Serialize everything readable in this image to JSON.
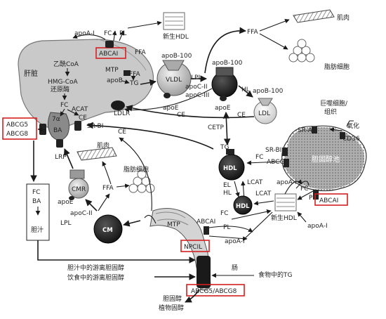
{
  "labels": {
    "apoA1_top": "apoA-I",
    "fc_top": "FC",
    "pl_top": "PL",
    "abca1_liver": "ABCAI",
    "new_hdl_top": "新生HDL",
    "ffa_top": "FFA",
    "muscle_top": "肌肉",
    "adipocyte_top": "脂肪细胞",
    "liver": "肝脏",
    "acetyl_coa": "乙酰CoA",
    "hmg_coa": "HMG-CoA",
    "reductase": "还原酶",
    "fc_liver": "FC",
    "acat_liver": "ACAT",
    "ce_liver": "CE",
    "alpha7": "7α",
    "ba_liver": "BA",
    "abcg58_left": "ABCG5\nABCG8",
    "lrp": "LRP",
    "mtp": "MTP",
    "apob_liver": "apoB",
    "ffa_liver": "FFA",
    "tg_liver": "TG",
    "apob100_a": "apoB-100",
    "vldl": "VLDL",
    "lpl_vldl": "LPL",
    "apoc2_v": "apoC-II",
    "apoc3_v": "apoC-III",
    "apoe_v": "apoE",
    "ce_v": "CE",
    "apob100_b": "apoB-100",
    "apoe_idl": "apoE",
    "hl_top": "HL",
    "apob100_c": "apoB-100",
    "ldl": "LDL",
    "ce_mid": "CE",
    "ldlr": "LDLR",
    "srb1_liver": "SR-BI",
    "ce_liver2": "CE",
    "cetp": "CETP",
    "macrophage": "巨噬细胞/\n组织",
    "oxidation": "氧化",
    "sra": "SR-A",
    "cd36": "CD36",
    "chol_pool": "胆固醇池",
    "srb1_mac": "SR-BI",
    "fc_mac": "FC",
    "abcg1": "ABCGI",
    "tg_hdl": "TG",
    "hdl_large": "HDL",
    "el": "EL",
    "hl_mid": "HL",
    "lcat_a": "LCAT",
    "hdl_small": "HDL",
    "lcat_b": "LCAT",
    "apoa1_mac": "apoA-I",
    "fc_mac2": "FC",
    "pl_mac": "PL",
    "abca1_mac": "ABCAI",
    "new_hdl_mac": "新生HDL",
    "apoa1_mac2": "apoA-I",
    "muscle_mid": "肌肉",
    "cmr": "CMR",
    "ffa_mid": "FFA",
    "adipocyte_mid": "脂肪细胞",
    "apoe_cmr": "apoE",
    "apoc2_cm": "apoC-II",
    "lpl_cm": "LPL",
    "cm": "CM",
    "mtp_gut": "MTP",
    "abca1_gut": "ABCAI",
    "fc_gut": "FC",
    "pl_gut": "PL",
    "apoa1_gut": "apoA-I",
    "npc1l1": "NPCIL",
    "fcba_box": "FC\nBA",
    "bile": "胆汁",
    "free_chol_bile": "胆汁中的游离胆固醇",
    "free_chol_diet": "饮食中的游离胆固醇",
    "intestine": "肠",
    "diet_tg": "食物中的TG",
    "abcg58_bottom": "ABCG5/ABCG8",
    "cholesterol": "胆固醇",
    "plant_sterol": "植物固醇"
  }
}
